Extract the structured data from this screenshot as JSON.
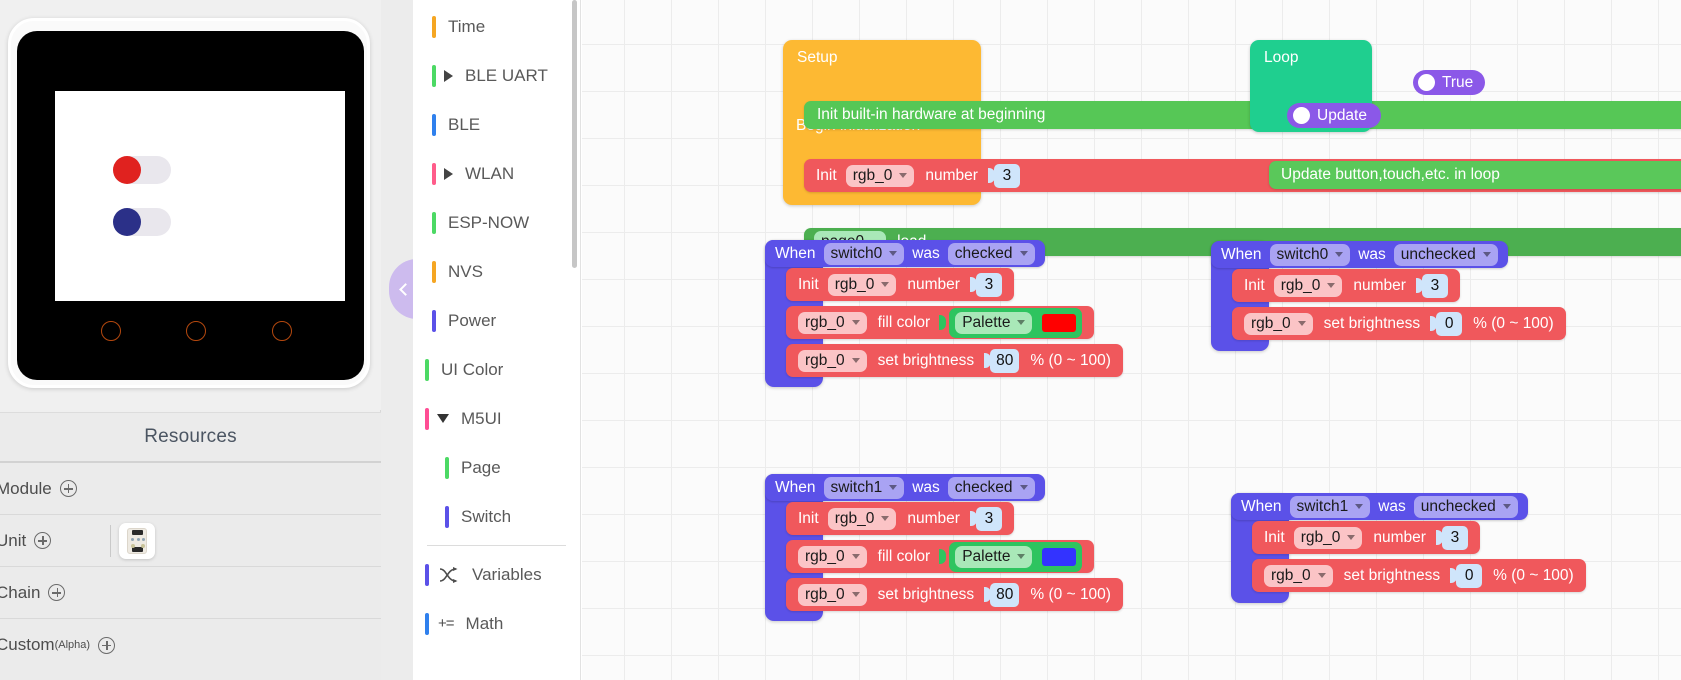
{
  "device_preview": {
    "name": "m5stack-device-preview",
    "switches": [
      {
        "id": "switch0",
        "knob_color": "#e0221f",
        "state": "off"
      },
      {
        "id": "switch1",
        "knob_color": "#2b3088",
        "state": "off"
      }
    ],
    "buttons": [
      "A",
      "B",
      "C"
    ]
  },
  "resources": {
    "title": "Resources",
    "rows": [
      {
        "label": "Module",
        "has_thumb": false
      },
      {
        "label": "Unit",
        "has_thumb": true
      },
      {
        "label": "Chain",
        "has_thumb": false
      },
      {
        "label": "Custom",
        "sub": "(Alpha)",
        "has_thumb": false
      }
    ]
  },
  "toolbox": {
    "items": [
      {
        "label": "Time",
        "color": "#f5a623",
        "arrow": "none",
        "indent": false
      },
      {
        "label": "BLE UART",
        "color": "#4cd964",
        "arrow": "right",
        "indent": false
      },
      {
        "label": "BLE",
        "color": "#2f80ed",
        "arrow": "none",
        "indent": false
      },
      {
        "label": "WLAN",
        "color": "#ff5c8a",
        "arrow": "right",
        "indent": false
      },
      {
        "label": "ESP-NOW",
        "color": "#4cd964",
        "arrow": "none",
        "indent": false
      },
      {
        "label": "NVS",
        "color": "#f5a623",
        "arrow": "none",
        "indent": false
      },
      {
        "label": "Power",
        "color": "#5b51e8",
        "arrow": "none",
        "indent": false
      },
      {
        "label": "UI Color",
        "color": "#4cd964",
        "arrow": "none",
        "indent": false
      },
      {
        "label": "M5UI",
        "color": "#ff4d94",
        "arrow": "down",
        "indent": false
      },
      {
        "label": "Page",
        "color": "#4cd964",
        "arrow": "none",
        "indent": true
      },
      {
        "label": "Switch",
        "color": "#5b51e8",
        "arrow": "none",
        "indent": true
      }
    ],
    "footer_items": [
      {
        "label": "Variables",
        "color": "#5b51e8",
        "icon": "variables-icon"
      },
      {
        "label": "Math",
        "color": "#2f80ed",
        "icon": "math-icon"
      }
    ],
    "collapse_handle": "collapse-toolbox"
  },
  "canvas": {
    "setup": {
      "title": "Setup",
      "begin_label": "Begin initialization",
      "begin_value": "True",
      "statements": [
        {
          "kind": "init-hardware",
          "label": "Init built-in hardware at beginning",
          "color": "#56c756"
        },
        {
          "kind": "init-rgb",
          "label_a": "Init",
          "target": "rgb_0",
          "label_b": "number",
          "value": "3",
          "color": "#f0585c"
        },
        {
          "kind": "page-load",
          "target": "page0",
          "label": "load",
          "color": "#4caf50"
        }
      ]
    },
    "loop": {
      "title": "Loop",
      "statements": [
        {
          "kind": "update-row",
          "label": "Update button,touch,etc. in loop",
          "color": "#5ac85a"
        },
        {
          "kind": "update-button",
          "label": "Update",
          "color": "#8b58e8"
        }
      ]
    },
    "events": [
      {
        "id": "when-switch0-checked",
        "when": "When",
        "target": "switch0",
        "was": "was",
        "state": "checked",
        "rows": [
          {
            "kind": "init",
            "label_a": "Init",
            "target": "rgb_0",
            "label_b": "number",
            "value": "3"
          },
          {
            "kind": "fill",
            "target": "rgb_0",
            "label": "fill color",
            "palette": "Palette",
            "swatch": "#ff0000"
          },
          {
            "kind": "brightness",
            "target": "rgb_0",
            "label": "set brightness",
            "value": "80",
            "suffix": "% (0 ~ 100)"
          }
        ]
      },
      {
        "id": "when-switch0-unchecked",
        "when": "When",
        "target": "switch0",
        "was": "was",
        "state": "unchecked",
        "rows": [
          {
            "kind": "init",
            "label_a": "Init",
            "target": "rgb_0",
            "label_b": "number",
            "value": "3"
          },
          {
            "kind": "brightness",
            "target": "rgb_0",
            "label": "set brightness",
            "value": "0",
            "suffix": "% (0 ~ 100)"
          }
        ]
      },
      {
        "id": "when-switch1-checked",
        "when": "When",
        "target": "switch1",
        "was": "was",
        "state": "checked",
        "rows": [
          {
            "kind": "init",
            "label_a": "Init",
            "target": "rgb_0",
            "label_b": "number",
            "value": "3"
          },
          {
            "kind": "fill",
            "target": "rgb_0",
            "label": "fill color",
            "palette": "Palette",
            "swatch": "#3333ff"
          },
          {
            "kind": "brightness",
            "target": "rgb_0",
            "label": "set brightness",
            "value": "80",
            "suffix": "% (0 ~ 100)"
          }
        ]
      },
      {
        "id": "when-switch1-unchecked",
        "when": "When",
        "target": "switch1",
        "was": "was",
        "state": "unchecked",
        "rows": [
          {
            "kind": "init",
            "label_a": "Init",
            "target": "rgb_0",
            "label_b": "number",
            "value": "3"
          },
          {
            "kind": "brightness",
            "target": "rgb_0",
            "label": "set brightness",
            "value": "0",
            "suffix": "% (0 ~ 100)"
          }
        ]
      }
    ]
  },
  "colors": {
    "setup_block": "#fdb933",
    "loop_block": "#1fcf8f",
    "event_block": "#5b51e8",
    "statement_red": "#f0585c",
    "palette_green": "#2ec45f",
    "orange_toolbar": "#f97e33",
    "purple_accent": "#7d3bf5"
  }
}
